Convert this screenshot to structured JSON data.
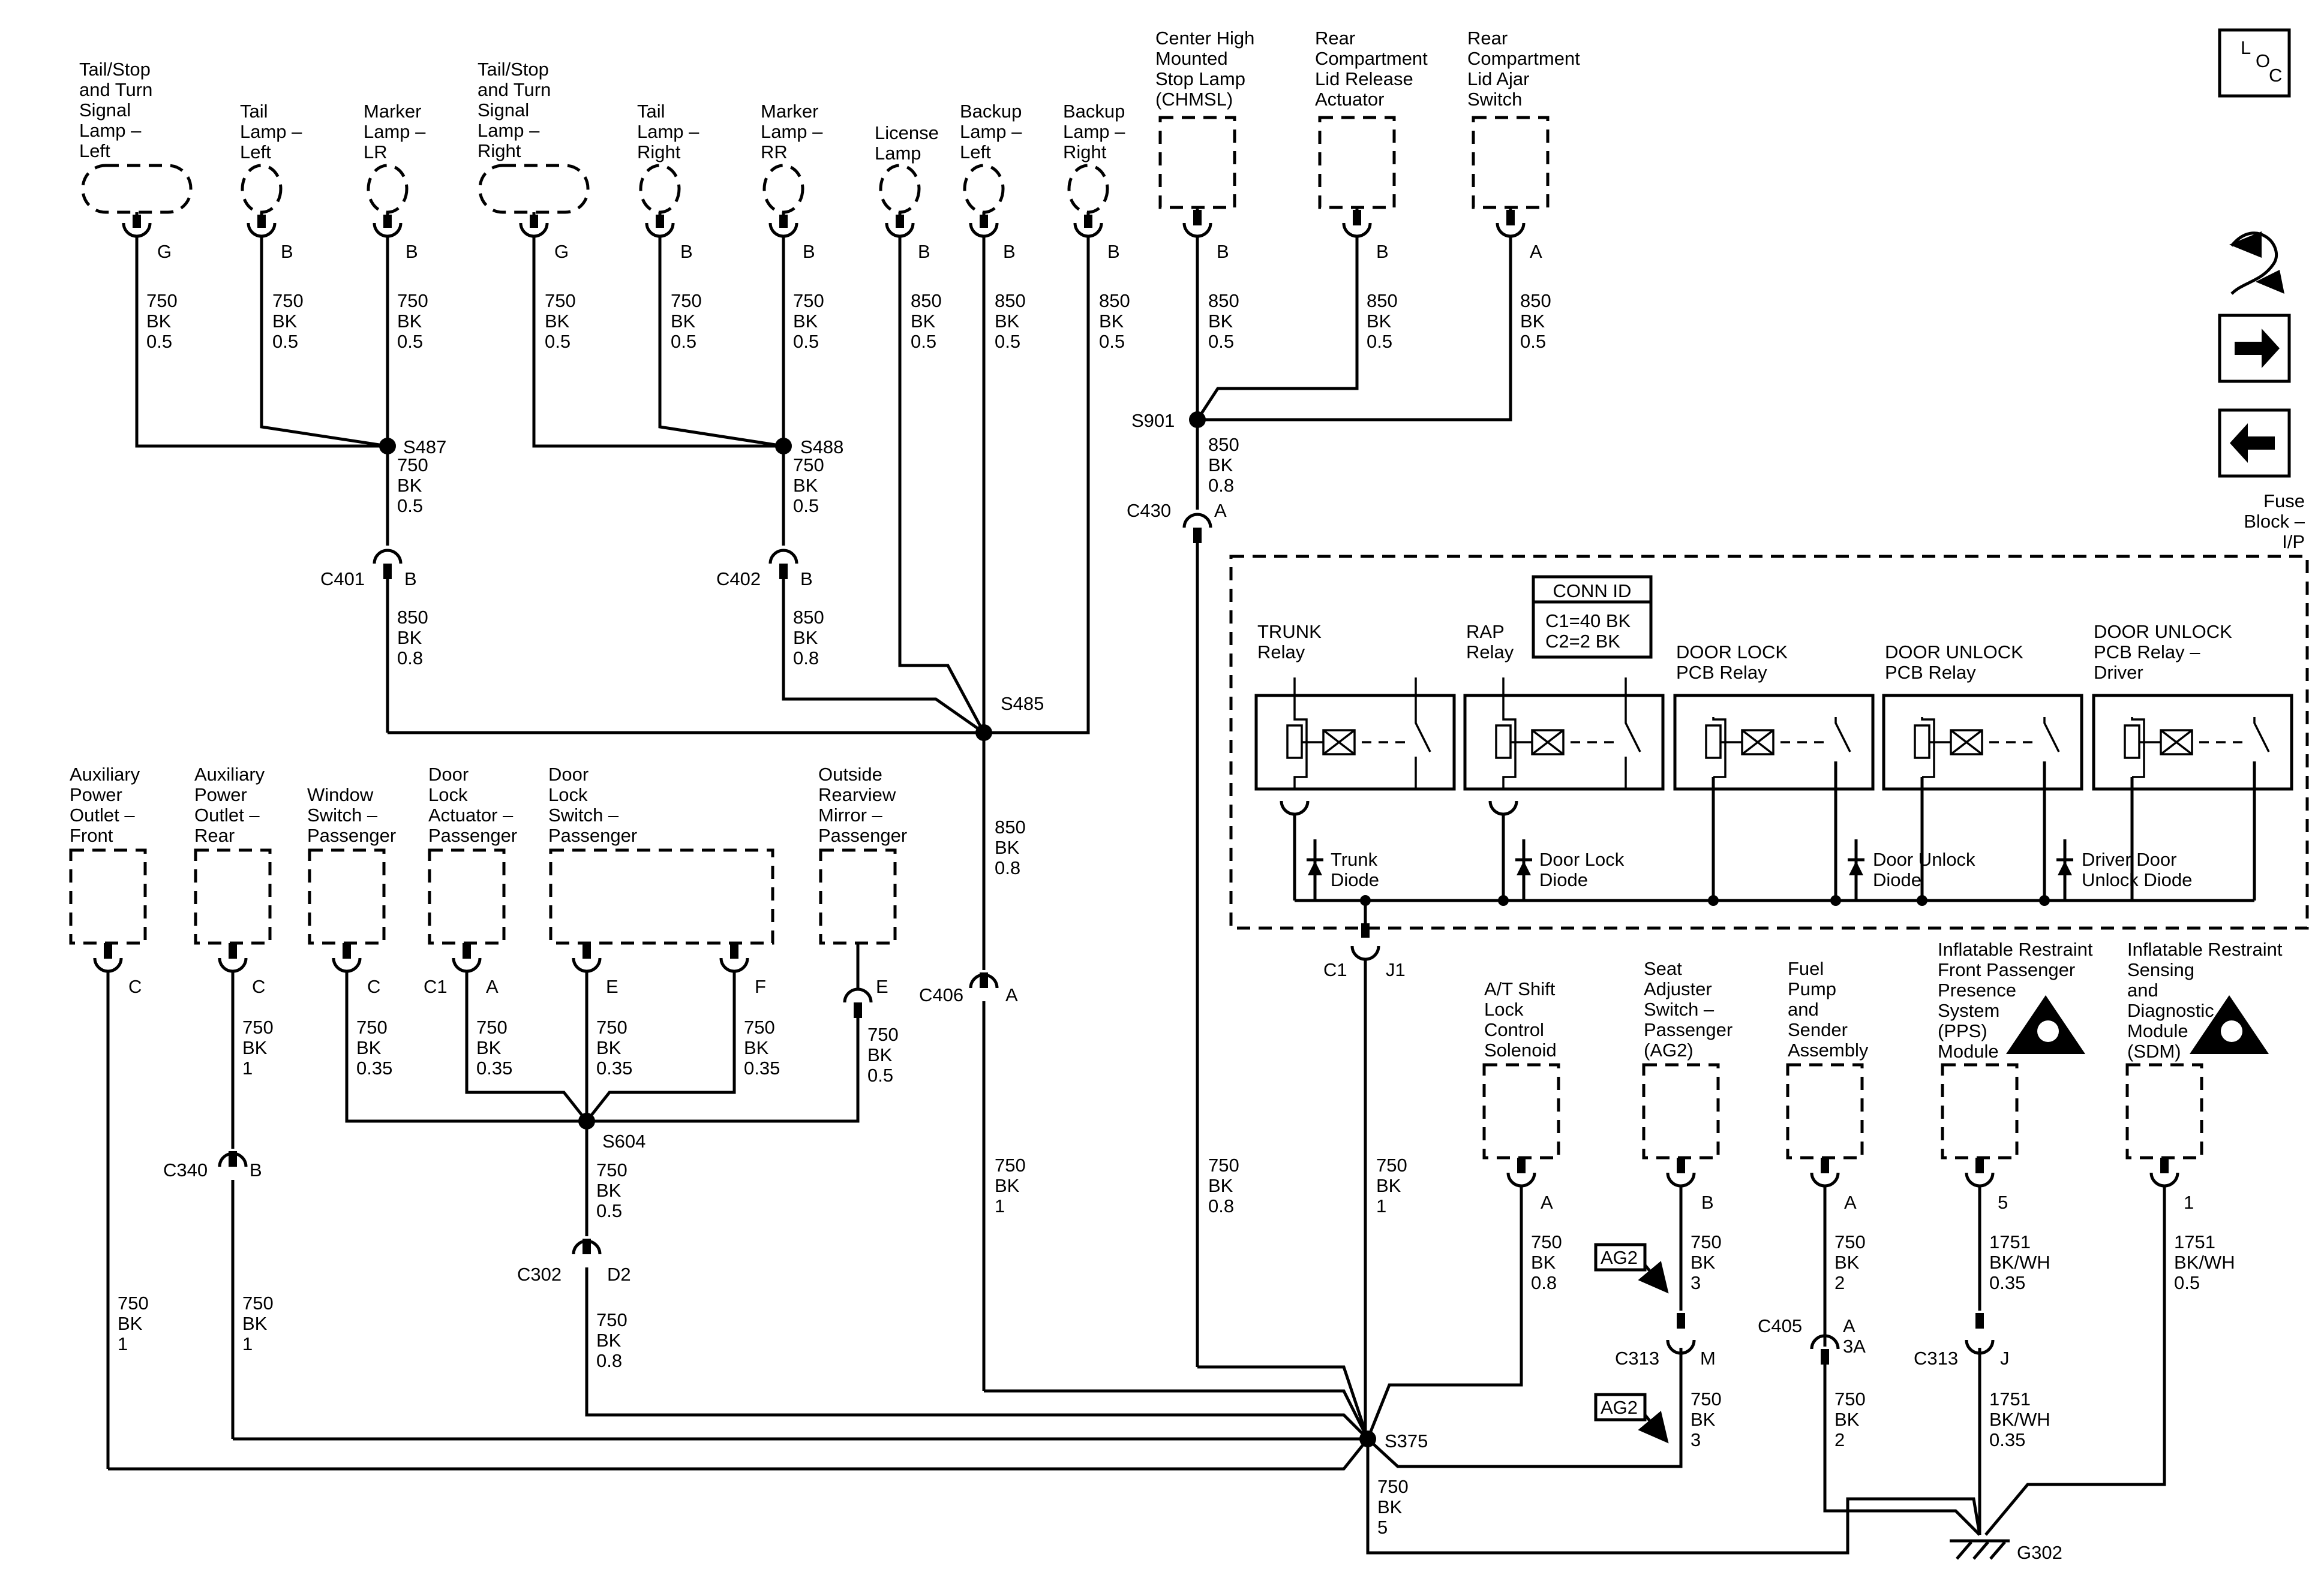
{
  "components": [
    {
      "id": "c1",
      "text": "Tail/Stop\nand Turn\nSignal\nLamp –\nLeft",
      "pin": "G"
    },
    {
      "id": "c2",
      "text": "Tail\nLamp –\nLeft",
      "pin": "B"
    },
    {
      "id": "c3",
      "text": "Marker\nLamp –\nLR",
      "pin": "B"
    },
    {
      "id": "c4",
      "text": "Tail/Stop\nand Turn\nSignal\nLamp –\nRight",
      "pin": "G"
    },
    {
      "id": "c5",
      "text": "Tail\nLamp –\nRight",
      "pin": "B"
    },
    {
      "id": "c6",
      "text": "Marker\nLamp –\nRR",
      "pin": "B"
    },
    {
      "id": "c7",
      "text": "License\nLamp",
      "pin": "B"
    },
    {
      "id": "c8",
      "text": "Backup\nLamp –\nLeft",
      "pin": "B"
    },
    {
      "id": "c9",
      "text": "Backup\nLamp –\nRight",
      "pin": "B"
    },
    {
      "id": "c10",
      "text": "Center High\nMounted\nStop Lamp\n(CHMSL)",
      "pin": "B"
    },
    {
      "id": "c11",
      "text": "Rear\nCompartment\nLid Release\nActuator",
      "pin": "B"
    },
    {
      "id": "c12",
      "text": "Rear\nCompartment\nLid Ajar\nSwitch",
      "pin": "A"
    },
    {
      "id": "c13",
      "text": "Auxiliary\nPower\nOutlet –\nFront",
      "pin": "C"
    },
    {
      "id": "c14",
      "text": "Auxiliary\nPower\nOutlet –\nRear",
      "pin": "C"
    },
    {
      "id": "c15",
      "text": "Window\nSwitch –\nPassenger",
      "pin": "C"
    },
    {
      "id": "c16",
      "text": "Door\nLock\nActuator –\nPassenger",
      "pin": "A",
      "conn": "C1"
    },
    {
      "id": "c17",
      "text": "Door\nLock\nSwitch –\nPassenger",
      "pin": "E",
      "pin2": "F"
    },
    {
      "id": "c18",
      "text": "Outside\nRearview\nMirror –\nPassenger",
      "pin": "E"
    },
    {
      "id": "c19",
      "text": "A/T Shift\nLock\nControl\nSolenoid",
      "pin": "A"
    },
    {
      "id": "c20",
      "text": "Seat\nAdjuster\nSwitch –\nPassenger\n(AG2)",
      "pin": "B"
    },
    {
      "id": "c21",
      "text": "Fuel\nPump\nand\nSender\nAssembly",
      "pin": "A"
    },
    {
      "id": "c22",
      "text": "Inflatable Restraint\nFront Passenger\nPresence\nSystem\n(PPS)\nModule",
      "pin": "5"
    },
    {
      "id": "c23",
      "text": "Inflatable Restraint\nSensing\nand\nDiagnostic\nModule\n(SDM)",
      "pin": "1"
    }
  ],
  "wires": [
    {
      "id": "w1",
      "text": "750\nBK\n0.5"
    },
    {
      "id": "w2",
      "text": "750\nBK\n0.5"
    },
    {
      "id": "w3",
      "text": "750\nBK\n0.5"
    },
    {
      "id": "w4",
      "text": "750\nBK\n0.5"
    },
    {
      "id": "w5",
      "text": "750\nBK\n0.5"
    },
    {
      "id": "w6",
      "text": "750\nBK\n0.5"
    },
    {
      "id": "w7",
      "text": "850\nBK\n0.5"
    },
    {
      "id": "w8",
      "text": "850\nBK\n0.5"
    },
    {
      "id": "w9",
      "text": "850\nBK\n0.5"
    },
    {
      "id": "w10",
      "text": "850\nBK\n0.5"
    },
    {
      "id": "w11",
      "text": "850\nBK\n0.5"
    },
    {
      "id": "w12",
      "text": "850\nBK\n0.5"
    },
    {
      "id": "w13",
      "text": "750\nBK\n0.5"
    },
    {
      "id": "w14",
      "text": "750\nBK\n0.5"
    },
    {
      "id": "w15",
      "text": "850\nBK\n0.8"
    },
    {
      "id": "w16",
      "text": "850\nBK\n0.8"
    },
    {
      "id": "w17",
      "text": "850\nBK\n0.8"
    },
    {
      "id": "w18",
      "text": "850\nBK\n0.8"
    },
    {
      "id": "w19",
      "text": "750\nBK\n1"
    },
    {
      "id": "w20",
      "text": "750\nBK\n1"
    },
    {
      "id": "w21",
      "text": "750\nBK\n0.8"
    },
    {
      "id": "w22",
      "text": "750\nBK\n1"
    },
    {
      "id": "w23",
      "text": "750\nBK\n1"
    },
    {
      "id": "w24",
      "text": "750\nBK\n1"
    },
    {
      "id": "w25",
      "text": "750\nBK\n0.35"
    },
    {
      "id": "w26",
      "text": "750\nBK\n0.35"
    },
    {
      "id": "w27",
      "text": "750\nBK\n0.35"
    },
    {
      "id": "w28",
      "text": "750\nBK\n0.35"
    },
    {
      "id": "w29",
      "text": "750\nBK\n0.5"
    },
    {
      "id": "w30",
      "text": "750\nBK\n0.5"
    },
    {
      "id": "w31",
      "text": "750\nBK\n0.8"
    },
    {
      "id": "w32",
      "text": "750\nBK\n0.8"
    },
    {
      "id": "w33",
      "text": "750\nBK\n3"
    },
    {
      "id": "w34",
      "text": "750\nBK\n3"
    },
    {
      "id": "w35",
      "text": "750\nBK\n2"
    },
    {
      "id": "w36",
      "text": "750\nBK\n2"
    },
    {
      "id": "w37",
      "text": "1751\nBK/WH\n0.35"
    },
    {
      "id": "w38",
      "text": "1751\nBK/WH\n0.35"
    },
    {
      "id": "w39",
      "text": "1751\nBK/WH\n0.5"
    },
    {
      "id": "w40",
      "text": "750\nBK\n5"
    }
  ],
  "splices": {
    "s487": "S487",
    "s488": "S488",
    "s485": "S485",
    "s901": "S901",
    "s604": "S604",
    "s375": "S375"
  },
  "connectors": {
    "c401": {
      "name": "C401",
      "pin": "B"
    },
    "c402": {
      "name": "C402",
      "pin": "B"
    },
    "c430": {
      "name": "C430",
      "pin": "A"
    },
    "c406": {
      "name": "C406",
      "pin": "A"
    },
    "c340": {
      "name": "C340",
      "pin": "B"
    },
    "c302": {
      "name": "C302",
      "pin": "D2"
    },
    "c405": {
      "name": "C405",
      "pin": "A\n3A"
    },
    "c313a": {
      "name": "C313",
      "pin": "M"
    },
    "c313b": {
      "name": "C313",
      "pin": "J"
    },
    "fuse_c1": "C1",
    "fuse_j1": "J1"
  },
  "ground": "G302",
  "fuse_block": {
    "label": "Fuse\nBlock –\nI/P",
    "conn_id_title": "CONN ID",
    "conn_id_lines": "C1=40 BK\nC2=2 BK",
    "relays": [
      {
        "text": "TRUNK\nRelay"
      },
      {
        "text": "RAP\nRelay"
      },
      {
        "text": "DOOR LOCK\nPCB Relay"
      },
      {
        "text": "DOOR UNLOCK\nPCB Relay"
      },
      {
        "text": "DOOR UNLOCK\nPCB Relay –\nDriver"
      }
    ],
    "diodes": [
      {
        "text": "Trunk\nDiode"
      },
      {
        "text": "Door Lock\nDiode"
      },
      {
        "text": "Door Unlock\nDiode"
      },
      {
        "text": "Driver Door\nUnlock Diode"
      }
    ]
  },
  "option_tag": "AG2",
  "side_icons": {
    "loc_l": "L",
    "loc_o": "O",
    "loc_c": "C"
  }
}
